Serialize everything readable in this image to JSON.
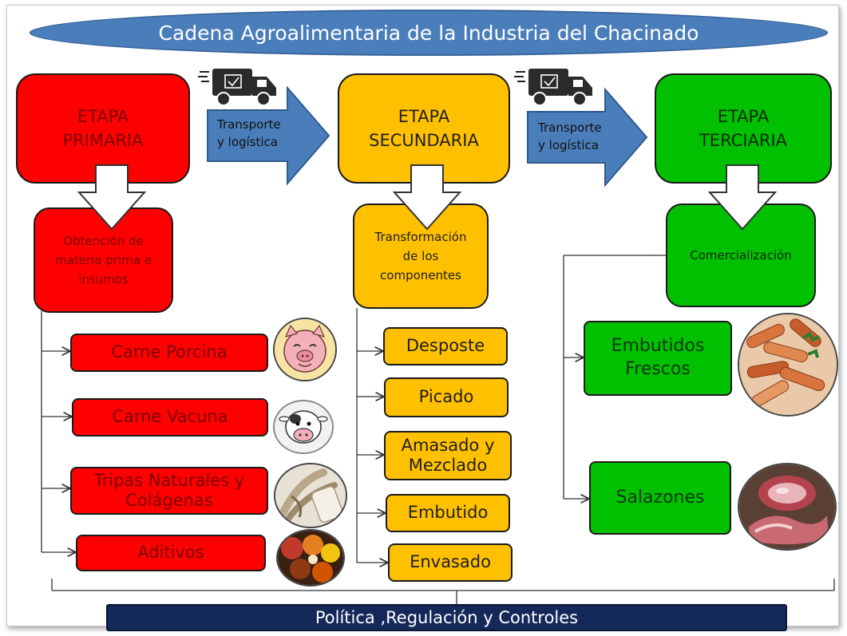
{
  "title": "Cadena Agroalimentaria de la Industria del Chacinado",
  "stages": {
    "primary": {
      "label_line1": "ETAPA",
      "label_line2": "PRIMARIA"
    },
    "secondary": {
      "label_line1": "ETAPA",
      "label_line2": "SECUNDARIA"
    },
    "tertiary": {
      "label_line1": "ETAPA",
      "label_line2": "TERCIARIA"
    }
  },
  "transport": {
    "first": {
      "line1": "Transporte",
      "line2": "y logística"
    },
    "second": {
      "line1": "Transporte",
      "line2": "y logística"
    }
  },
  "substages": {
    "primary": {
      "line1": "Obtención de",
      "line2": "materia prima e",
      "line3": "insumos"
    },
    "secondary": {
      "line1": "Transformación",
      "line2": "de los",
      "line3": "componentes"
    },
    "tertiary": {
      "line1": "Comercialización"
    }
  },
  "primary_items": [
    {
      "line1": "Carne Porcina",
      "line2": ""
    },
    {
      "line1": "Carne Vacuna",
      "line2": ""
    },
    {
      "line1": "Tripas Naturales y",
      "line2": "Colágenas"
    },
    {
      "line1": "Aditivos",
      "line2": ""
    }
  ],
  "secondary_items": [
    {
      "line1": "Desposte",
      "line2": ""
    },
    {
      "line1": "Picado",
      "line2": ""
    },
    {
      "line1": "Amasado y",
      "line2": "Mezclado"
    },
    {
      "line1": "Embutido",
      "line2": ""
    },
    {
      "line1": "Envasado",
      "line2": ""
    }
  ],
  "tertiary_items": [
    {
      "line1": "Embutidos",
      "line2": "Frescos"
    },
    {
      "line1": "Salazones",
      "line2": ""
    }
  ],
  "footer": "Política ,Regulación y Controles",
  "colors": {
    "primary": "#ff0000",
    "secondary": "#ffc000",
    "tertiary": "#00c000",
    "title_ellipse": "#4a7ebb",
    "transport_arrow": "#4a7ebb",
    "footer_bar": "#14285a"
  },
  "icons": [
    "truck-icon",
    "pig-icon",
    "cow-icon",
    "casings-icon",
    "spices-icon",
    "sausages-icon",
    "cured-meat-icon"
  ]
}
